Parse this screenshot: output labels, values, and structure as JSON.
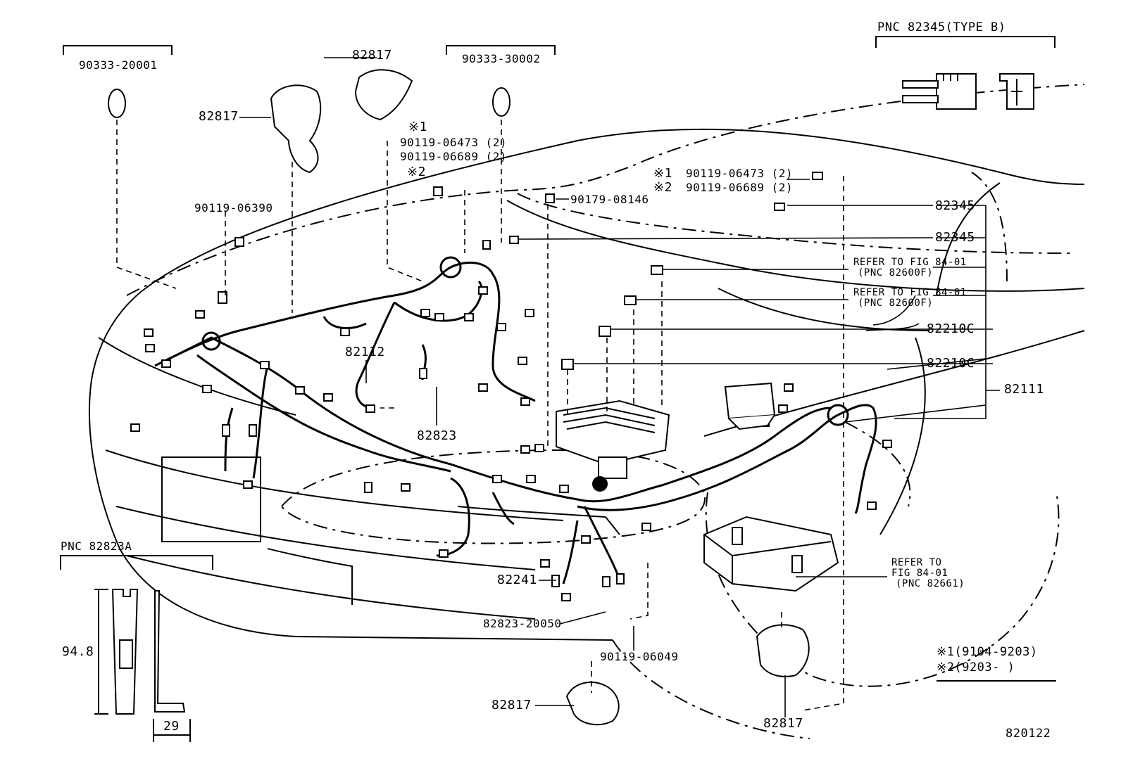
{
  "labels": {
    "p90333_20001": "90333-20001",
    "p82817_a": "82817",
    "p82817_b": "82817",
    "p90333_30002": "90333-30002",
    "note1_a": "※1",
    "p90119_06473_a": "90119-06473 (2)",
    "p90119_06689_a": "90119-06689 (2)",
    "note2_a": "※2",
    "p90119_06390": "90119-06390",
    "p90179_08146": "90179-08146",
    "note1_b": "※1",
    "note2_b": "※2",
    "p90119_06473_b": "90119-06473 (2)",
    "p90119_06689_b": "90119-06689 (2)",
    "p82345_a": "82345",
    "p82345_b": "82345",
    "refer1_a": "REFER TO FIG 84-01",
    "refer1_b": "(PNC 82600F)",
    "refer2_a": "REFER TO FIG 84-01",
    "refer2_b": "(PNC 82600F)",
    "p82210c_a": "82210C",
    "p82210c_b": "82210C",
    "p82111": "82111",
    "p82112": "82112",
    "p82823": "82823",
    "pnc_82823a": "PNC 82823A",
    "dim_94_8": "94.8",
    "dim_29": "29",
    "p82241": "82241",
    "p82823_20050": "82823-20050",
    "p90119_06049": "90119-06049",
    "p82817_c": "82817",
    "p82817_d": "82817",
    "refer3_a": "REFER TO",
    "refer3_b": "FIG 84-01",
    "refer3_c": "(PNC 82661)",
    "pnc_82345_type_b": "PNC 82345(TYPE B)",
    "legend1": "※1(9104-9203)",
    "legend2": "※2(9203-      )",
    "fig_no": "820122"
  }
}
